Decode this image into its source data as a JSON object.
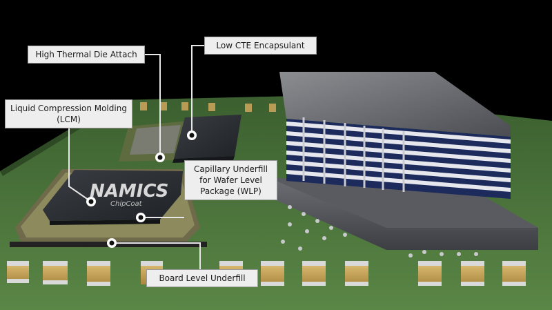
{
  "callouts": {
    "die_attach": "High Thermal Die Attach",
    "encapsulant": "Low CTE Encapsulant",
    "lcm": "Liquid Compression Molding\n(LCM)",
    "capillary": "Capillary Underfill\nfor Wafer Level\nPackage (WLP)",
    "board": "Board Level Underfill"
  },
  "chip": {
    "brand": "NAMICS",
    "product": "ChipCoat"
  },
  "colors": {
    "background": "#000000",
    "pcb": "#4f7a3e",
    "chip": "#2a2d32",
    "building_navy": "#1d2a5c",
    "callout_bg": "#eeeeee",
    "leader": "#e8e8e8",
    "capacitor_gold": "#c9a559"
  }
}
